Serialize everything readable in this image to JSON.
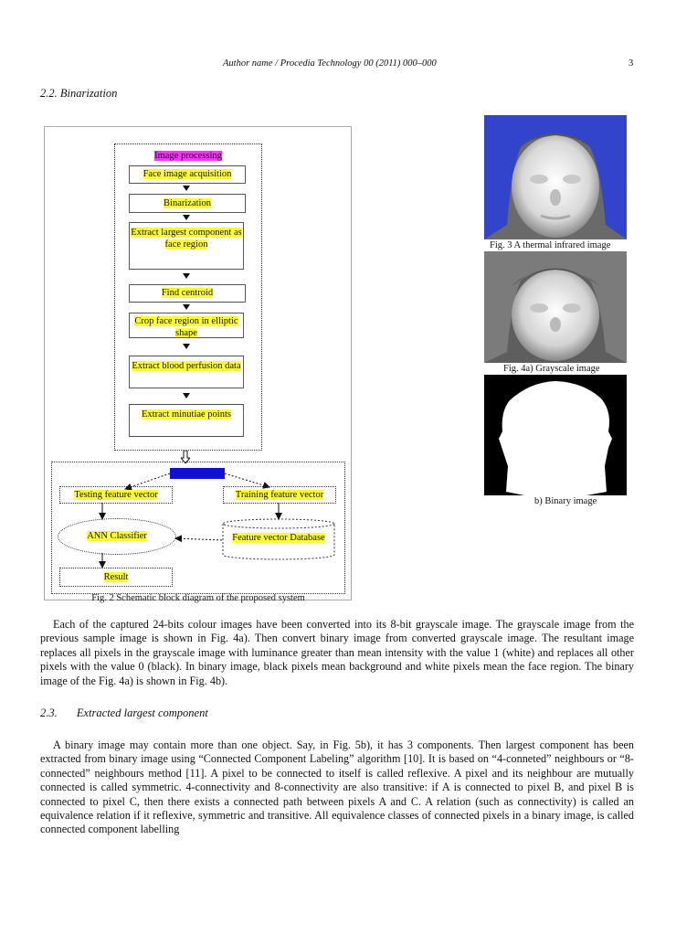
{
  "header": {
    "running_title": "Author name / Procedia Technology 00 (2011) 000–000",
    "page_number": "3"
  },
  "section_binarization": "2.2. Binarization",
  "diagram": {
    "top_label": "Image processing",
    "steps": [
      "Face image acquisition",
      "Binarization",
      "Extract largest component as face region",
      "Find centroid",
      "Crop face region in elliptic shape",
      "Extract blood perfusion data",
      "Extract minutiae points"
    ],
    "testing": "Testing feature vector",
    "training": "Training feature vector",
    "classifier": "ANN Classifier",
    "database": "Feature vector Database",
    "result": "Result",
    "caption": "Fig. 2 Schematic block diagram of the proposed system"
  },
  "figures": {
    "fig3_caption": "Fig. 3 A thermal infrared image",
    "fig4a_caption": "Fig. 4a) Grayscale image",
    "fig4b_caption": "b) Binary image"
  },
  "paragraph1": "Each of the captured 24-bits colour images have been converted into its 8-bit grayscale image. The grayscale image from the previous sample image is shown in Fig. 4a). Then convert binary image from converted grayscale image. The resultant image replaces all pixels in the grayscale image with luminance greater than mean intensity with the value 1 (white) and replaces all other pixels with the value 0 (black). In binary image, black pixels mean background and white pixels mean the face region. The binary image of the Fig. 4a) is shown in Fig. 4b).",
  "section_extracted": {
    "number": "2.3.",
    "title": "Extracted largest component"
  },
  "paragraph2": "A binary image may contain more than one object. Say, in Fig. 5b), it has 3 components.  Then largest component has been extracted from binary image using “Connected Component Labeling” algorithm [10]. It is based on “4-conneted” neighbours or “8-connected” neighbours method [11].  A pixel to be connected to itself is called reflexive. A pixel and its neighbour are mutually connected is called symmetric. 4-connectivity and 8-connectivity are also transitive: if A is connected to pixel B, and pixel B is connected to pixel C, then there exists a connected path between pixels A and C. A relation (such as connectivity) is called an equivalence relation if it reflexive, symmetric and transitive. All equivalence classes of connected pixels in a binary image, is called connected component labelling",
  "colors": {
    "highlight": "#ffff33",
    "magenta": "#ff33ff",
    "blue_label": "#1010d0",
    "ir_background": "#3344cc"
  }
}
